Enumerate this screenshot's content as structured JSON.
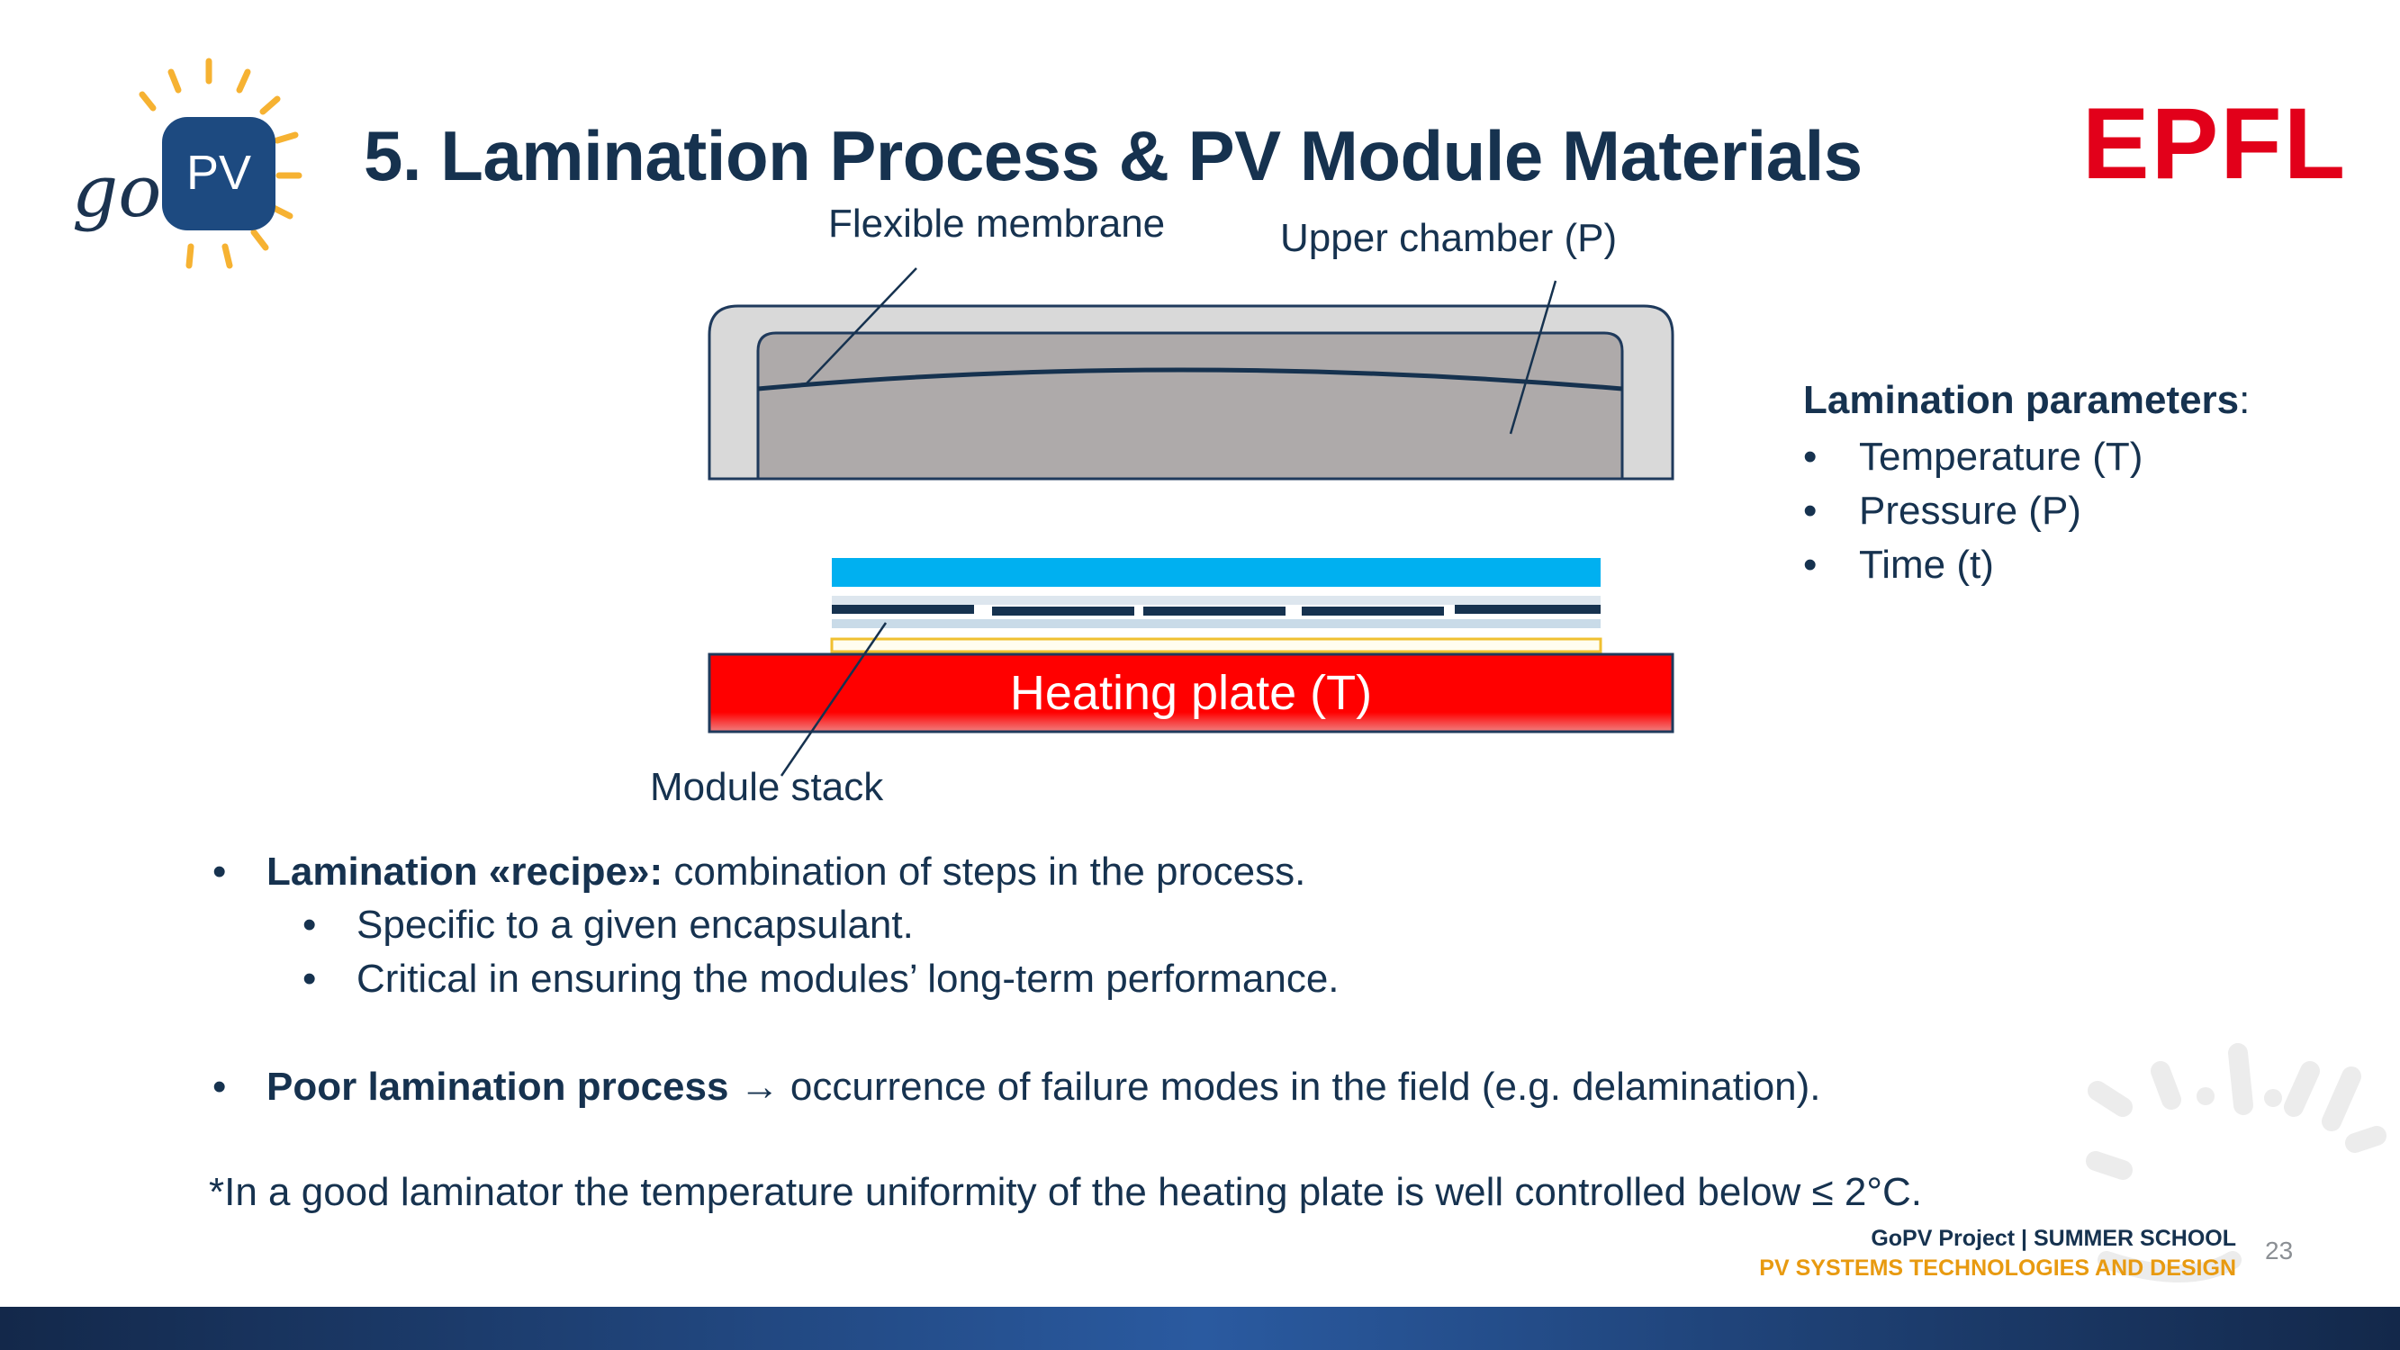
{
  "slide": {
    "title": "5. Lamination Process & PV Module Materials",
    "logo_text": "goPV",
    "logo_badge": "PV",
    "brand_logo": "EPFL",
    "page_number": "23"
  },
  "diagram": {
    "label_membrane": "Flexible membrane",
    "label_upper_chamber": "Upper chamber (P)",
    "label_heating_plate": "Heating plate (T)",
    "label_module_stack": "Module stack"
  },
  "parameters": {
    "title": "Lamination parameters",
    "title_suffix": ":",
    "items": [
      "Temperature (T)",
      "Pressure (P)",
      "Time (t)"
    ]
  },
  "bullets": {
    "recipe_bold": "Lamination «recipe»:",
    "recipe_text": " combination of steps in the process.",
    "sub1": "Specific to a given encapsulant.",
    "sub2": "Critical in ensuring the modules’ long-term performance.",
    "poor_bold": "Poor lamination process",
    "poor_text": " → occurrence of failure modes in the field (e.g. delamination).",
    "bullet_symbol": "•"
  },
  "note": "*In a good laminator the temperature uniformity of the heating plate is well controlled below ≤ 2°C.",
  "footer": {
    "line1": "GoPV Project | SUMMER SCHOOL",
    "line2": "PV SYSTEMS TECHNOLOGIES AND DESIGN"
  },
  "colors": {
    "title": "#16324f",
    "epfl_red": "#e2001a",
    "heating_red": "#ff0000",
    "glass_blue": "#00b0f0",
    "chamber_grey": "#aeaaaa",
    "footer_orange": "#e89a10"
  }
}
